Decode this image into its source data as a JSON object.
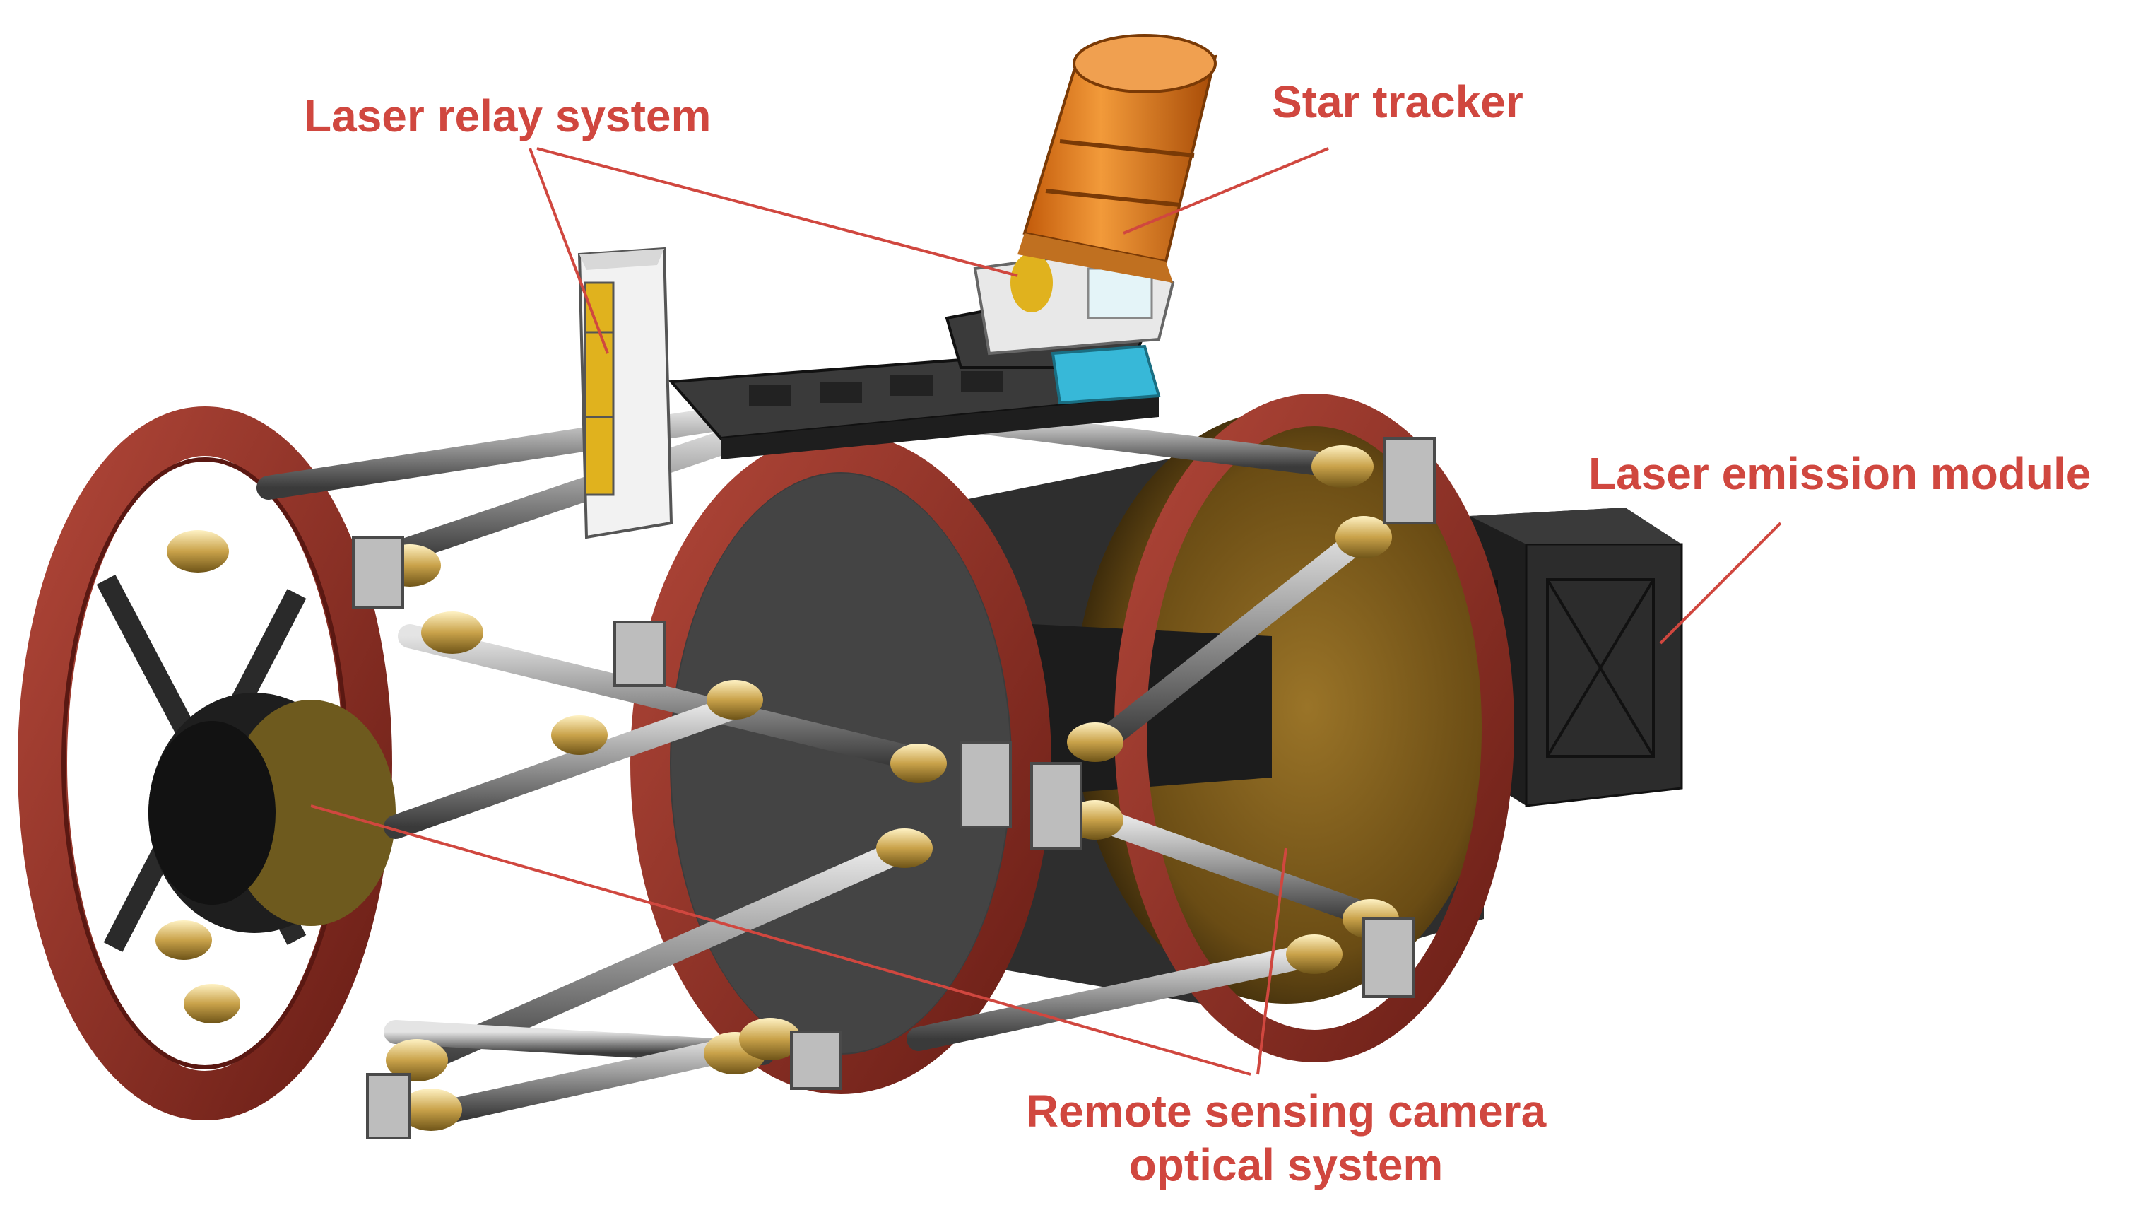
{
  "labels": {
    "laser_relay": "Laser relay system",
    "star_tracker": "Star tracker",
    "laser_emission": "Laser emission module",
    "camera_line1": "Remote sensing camera",
    "camera_line2": "optical system"
  },
  "colors": {
    "label": "#d0473f",
    "ring": "#8e2a22",
    "ring_edge": "#b84a42",
    "rod": "#8f8f8f",
    "brass": "#c9a24a",
    "star_tracker_body": "#e07a1a",
    "cyan_part": "#37b8d8",
    "dark_body": "#2a2a2a",
    "mirror": "#7a5a1a"
  }
}
